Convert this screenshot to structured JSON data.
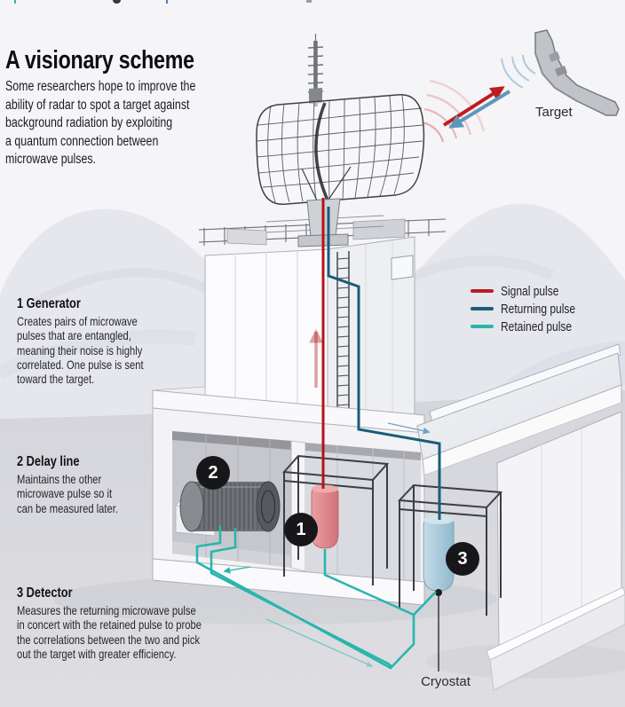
{
  "title": "A visionary scheme",
  "intro": "Some researchers hope to improve the\nability of radar to spot a target against\nbackground radiation by exploiting\na quantum connection between\nmicrowave pulses.",
  "legend": {
    "items": [
      {
        "label": "Signal pulse",
        "color": "#bf1b22"
      },
      {
        "label": "Returning pulse",
        "color": "#1a5d78"
      },
      {
        "label": "Retained pulse",
        "color": "#2ab5ad"
      }
    ]
  },
  "callouts": [
    {
      "number": "1",
      "heading": "1 Generator",
      "body": "Creates pairs of microwave\npulses that are entangled,\nmeaning their noise is highly\ncorrelated. One pulse is sent\ntoward the target."
    },
    {
      "number": "2",
      "heading": "2 Delay line",
      "body": "Maintains the other\nmicrowave pulse so it\ncan be measured later."
    },
    {
      "number": "3",
      "heading": "3 Detector",
      "body": "Measures the returning microwave pulse\nin concert with the retained pulse to probe\nthe correlations between the two and pick\nout the target with greater efficiency."
    }
  ],
  "badges": [
    {
      "number": "1"
    },
    {
      "number": "2"
    },
    {
      "number": "3"
    }
  ],
  "labels": {
    "target": "Target",
    "cryostat": "Cryostat"
  },
  "colors": {
    "signal": "#b5121b",
    "returning": "#1a5d78",
    "retained": "#2ab5ad"
  }
}
